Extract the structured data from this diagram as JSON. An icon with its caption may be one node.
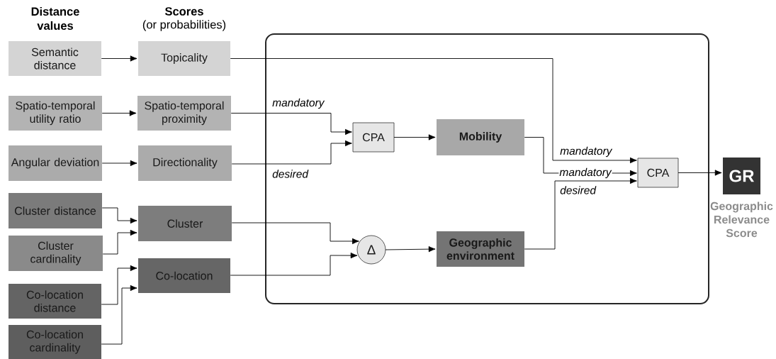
{
  "diagram": {
    "nodes": [
      {
        "text": [
          "Semantic distance"
        ]
      },
      {
        "text": [
          "Topicality"
        ]
      },
      {
        "text": [
          "Spatio-temporal utility ratio"
        ]
      },
      {
        "text": [
          "Spatio-temporal proximity"
        ]
      },
      {
        "text": [
          "Angular deviation"
        ]
      },
      {
        "text": [
          "Directionality"
        ]
      },
      {
        "text": [
          "Cluster distance"
        ]
      },
      {
        "text": [
          "Cluster cardinality"
        ]
      },
      {
        "text": [
          "Cluster"
        ]
      },
      {
        "text": [
          "Co-location distance"
        ]
      },
      {
        "text": [
          "Co-location cardinality"
        ]
      },
      {
        "text": [
          "Co-location"
        ]
      },
      {
        "text": [],
        "shape": "box"
      },
      {
        "text": [
          "CPA"
        ],
        "in": 12
      },
      {
        "text": [
          "Mobility"
        ],
        "in": 12
      },
      {
        "text": [
          "Δ"
        ],
        "in": 12
      },
      {
        "text": [
          "Geographic environment"
        ],
        "in": 12
      },
      {
        "text": [
          "CPA"
        ],
        "in": 12
      },
      {
        "text": [
          "GR"
        ],
        "beside": [
          "Geographic Relevance Score"
        ]
      }
    ],
    "edges": [
      {
        "from": 0,
        "to": 1,
        "arrow": "to"
      },
      {
        "from": 2,
        "to": 3,
        "arrow": "to"
      },
      {
        "from": 4,
        "to": 5,
        "arrow": "to"
      },
      {
        "from": 6,
        "to": 8,
        "arrow": "to"
      },
      {
        "from": 7,
        "to": 8,
        "arrow": "to"
      },
      {
        "from": 9,
        "to": 11,
        "arrow": "to"
      },
      {
        "from": 10,
        "to": 11,
        "arrow": "to"
      },
      {
        "from": 3,
        "to": 13,
        "arrow": "to",
        "label": "mandatory"
      },
      {
        "from": 5,
        "to": 13,
        "arrow": "to",
        "label": "desired"
      },
      {
        "from": 8,
        "to": 15,
        "arrow": "to"
      },
      {
        "from": 11,
        "to": 15,
        "arrow": "to"
      },
      {
        "from": 13,
        "to": 14,
        "arrow": "to"
      },
      {
        "from": 15,
        "to": 16,
        "arrow": "to"
      },
      {
        "from": 1,
        "to": 17,
        "arrow": "to",
        "label": "mandatory"
      },
      {
        "from": 14,
        "to": 17,
        "arrow": "to",
        "label": "mandatory"
      },
      {
        "from": 16,
        "to": 17,
        "arrow": "to",
        "label": "desired"
      },
      {
        "from": 17,
        "to": 18,
        "arrow": "to"
      }
    ],
    "labels": [
      "Distance values",
      "Scores",
      "(or probabilities)"
    ]
  }
}
